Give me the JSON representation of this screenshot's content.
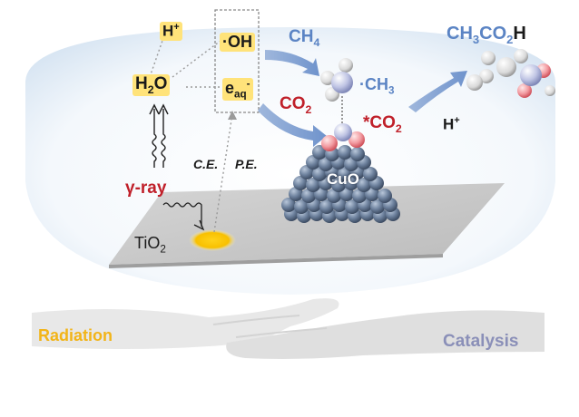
{
  "labels": {
    "h_plus_top": "H",
    "h_plus_top_sup": "+",
    "h2o_main": "H",
    "h2o_sub": "2",
    "h2o_end": "O",
    "oh": "·OH",
    "eaq_main": "e",
    "eaq_sub": "aq",
    "eaq_sup": "-",
    "ch4_main": "CH",
    "ch4_sub": "4",
    "ch3": "·CH",
    "ch3_sub": "3",
    "co2_main": "CO",
    "co2_sub": "2",
    "star_co2": "*CO",
    "star_co2_sub": "2",
    "acetic_a": "CH",
    "acetic_a_sub": "3",
    "acetic_b": "CO",
    "acetic_b_sub": "2",
    "acetic_c": "H",
    "h_plus_right": "H",
    "h_plus_right_sup": "+",
    "ce": "C.E.",
    "pe": "P.E.",
    "gamma": "γ-ray",
    "cuo": "CuO",
    "tio2_main": "TiO",
    "tio2_sub": "2",
    "radiation": "Radiation",
    "catalysis": "Catalysis"
  },
  "colors": {
    "red": "#c0202a",
    "blue": "#5b84c4",
    "yellow": "#ffe37a",
    "orange": "#f5b400",
    "radiation_text": "#f2b418",
    "catalysis_text": "#8a8fb8",
    "cu_sphere": "#5f7491"
  },
  "icons": [
    "gamma-ray-wavy-arrows",
    "photon-wave-arrow",
    "cuo-sphere-pyramid",
    "methyl-radical-molecule",
    "acetic-acid-molecule",
    "adsorbed-co2-molecule",
    "hands-illustration"
  ]
}
